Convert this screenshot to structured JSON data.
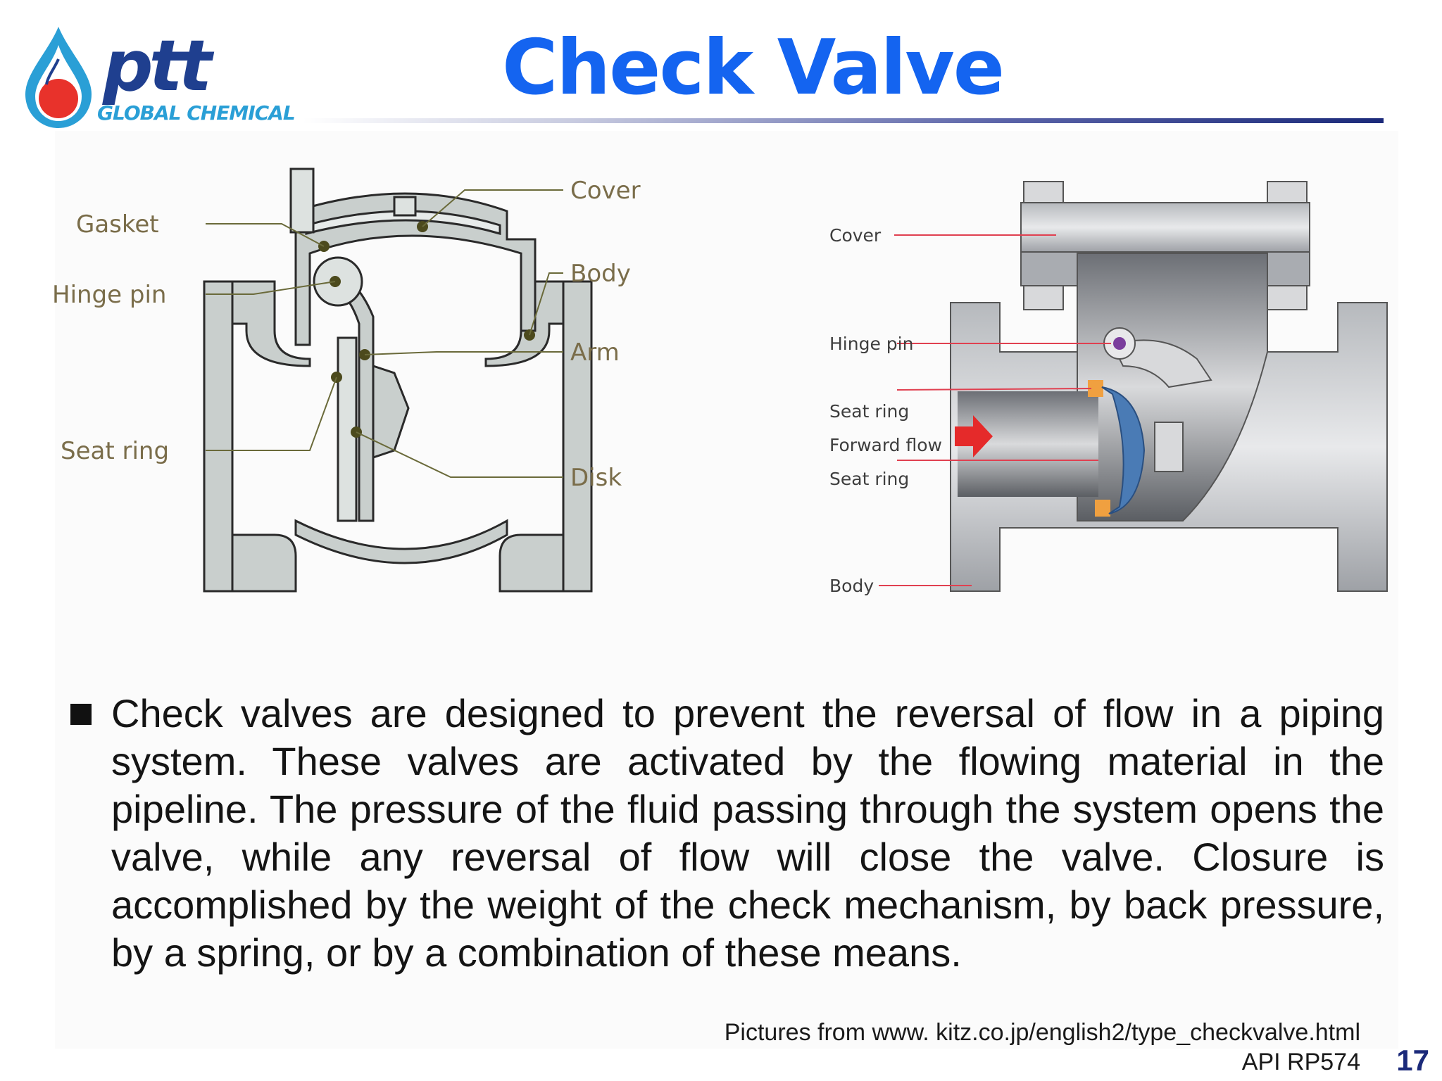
{
  "logo": {
    "wordmark": "ptt",
    "subtitle": "GLOBAL CHEMICAL",
    "colors": {
      "drop_outer": "#2a9fd6",
      "drop_inner": "#e8322b",
      "wordmark": "#1f3f8f"
    }
  },
  "title": "Check Valve",
  "diagram_left": {
    "labels": {
      "gasket": "Gasket",
      "hinge_pin": "Hinge pin",
      "seat_ring": "Seat ring",
      "cover": "Cover",
      "body": "Body",
      "arm": "Arm",
      "disk": "Disk"
    }
  },
  "diagram_right": {
    "labels": {
      "cover": "Cover",
      "hinge_pin": "Hinge pin",
      "seat_ring_top": "Seat ring",
      "forward_flow": "Forward flow",
      "seat_ring_bottom": "Seat ring",
      "body": "Body"
    }
  },
  "bullet": {
    "text": "Check valves are designed to prevent the reversal of flow in a piping system. These valves are activated by the flowing material in the pipeline. The pressure of the fluid passing through the system opens the valve, while any reversal of flow will close the valve. Closure is accomplished by the weight of the check mechanism, by back pressure, by a spring, or by a combination of these means."
  },
  "footer": {
    "source": "Pictures from www. kitz.co.jp/english2/type_checkvalve.html",
    "reference": "API RP574",
    "page_number": "17"
  }
}
